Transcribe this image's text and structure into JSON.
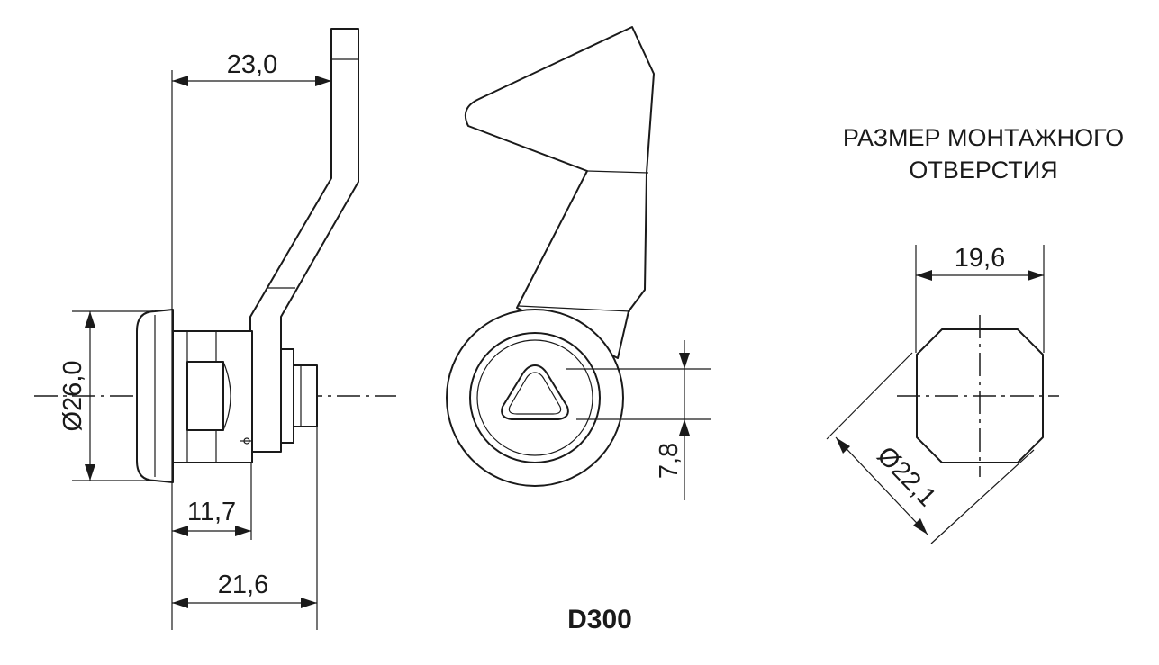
{
  "dimensions": {
    "lever_offset": "23,0",
    "body_diameter": "Ø26,0",
    "body_length": "11,7",
    "total_length": "21,6",
    "key_size": "7,8",
    "hole_width": "19,6",
    "hole_diameter": "Ø22,1"
  },
  "mounting_hole": {
    "title_line1": "РАЗМЕР МОНТАЖНОГО",
    "title_line2": "ОТВЕРСТИЯ"
  },
  "model": "D300"
}
